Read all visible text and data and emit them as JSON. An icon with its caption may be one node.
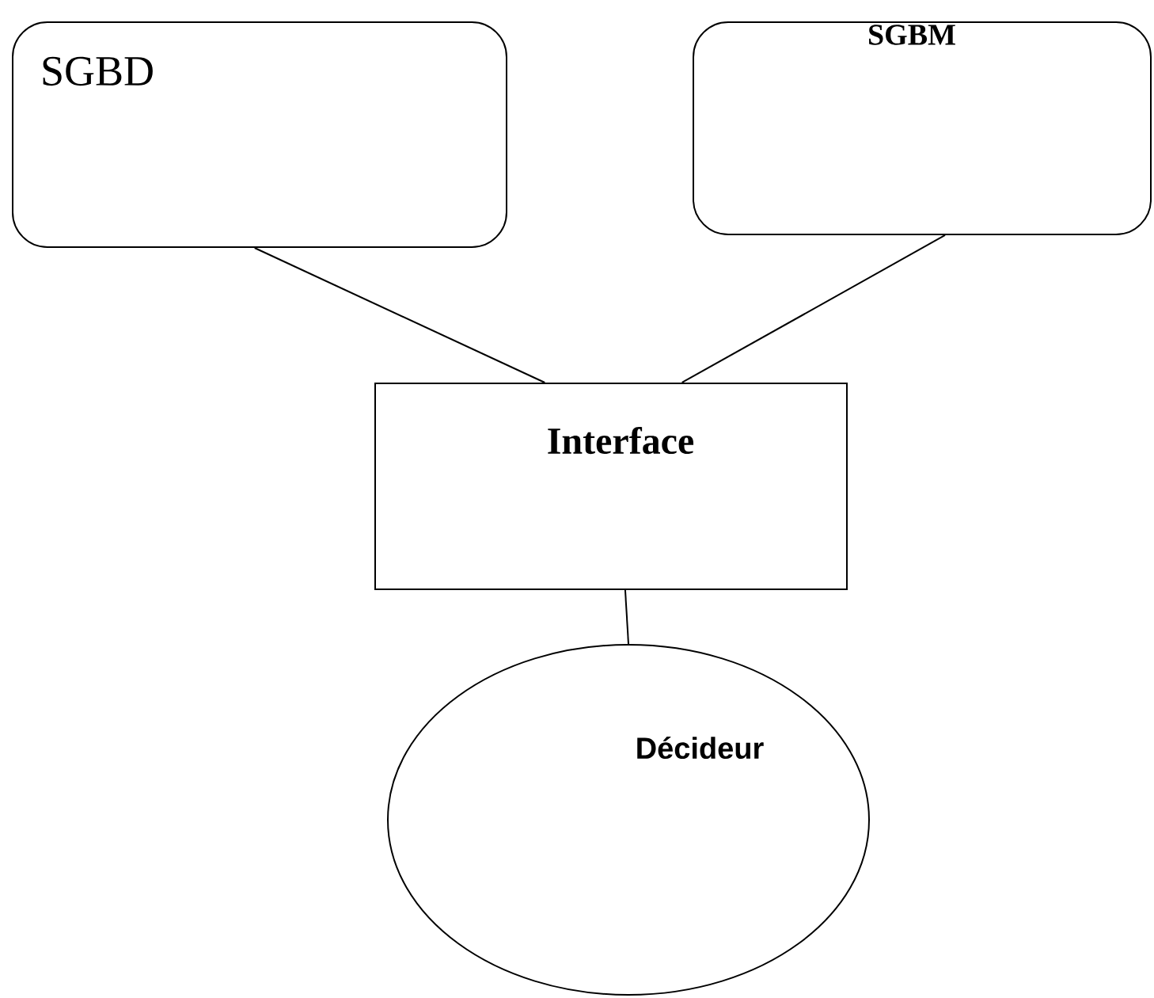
{
  "diagram": {
    "nodes": [
      {
        "text": [
          "SGBD"
        ]
      },
      {
        "text": [
          "SGBM"
        ]
      },
      {
        "text": [
          "Interface"
        ]
      },
      {
        "text": [
          "Décideur"
        ]
      }
    ],
    "edges": [
      {
        "from": 0,
        "to": 2,
        "arrow": "none"
      },
      {
        "from": 1,
        "to": 2,
        "arrow": "none"
      },
      {
        "from": 2,
        "to": 3,
        "arrow": "none"
      }
    ]
  }
}
